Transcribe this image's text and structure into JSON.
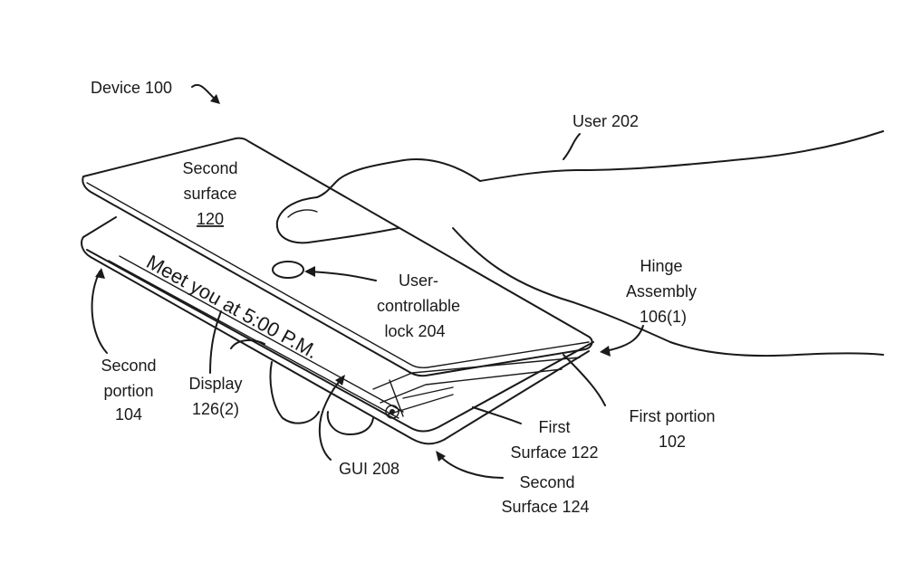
{
  "labels": {
    "device": "Device 100",
    "user": "User 202",
    "second_surface_120_line1": "Second",
    "second_surface_120_line2": "surface",
    "second_surface_120_ref": "120",
    "lock_line1": "User-",
    "lock_line2": "controllable",
    "lock_line3": "lock 204",
    "hinge_line1": "Hinge",
    "hinge_line2": "Assembly",
    "hinge_line3": "106(1)",
    "second_portion_line1": "Second",
    "second_portion_line2": "portion",
    "second_portion_line3": "104",
    "display_line1": "Display",
    "display_line2": "126(2)",
    "first_portion_line1": "First portion",
    "first_portion_line2": "102",
    "first_surface_line1": "First",
    "first_surface_line2": "Surface 122",
    "gui": "GUI 208",
    "second_surface_124_line1": "Second",
    "second_surface_124_line2": "Surface 124"
  },
  "screen": {
    "message": "Meet you at 5:00 P.M."
  }
}
